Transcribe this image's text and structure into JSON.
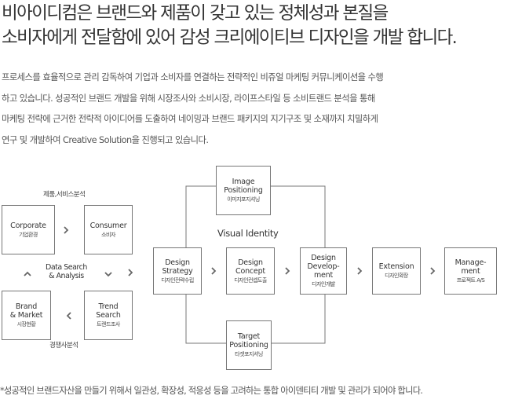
{
  "headline": {
    "line1": "비아이디컴은 브랜드와 제품이 갖고 있는 정체성과 본질을",
    "line2": "소비자에게 전달함에 있어 감성 크리에이티브 디자인을 개발 합니다."
  },
  "description": {
    "line1": "프로세스를 효율적으로 관리 감독하여 기업과 소비자를 연결하는 전략적인 비쥬얼 마케팅 커뮤니케이션을 수행",
    "line2": "하고 있습니다. 성공적인 브랜드 개발을 위해 시장조사와 소비시장, 라이프스타일 등 소비트랜드 분석을 통해",
    "line3": "마케팅 전략에 근거한 전략적 아이디어를 도출하여 네이밍과 브랜드 패키지의 지기구조 및 소재까지 치밀하게",
    "line4": "연구 및 개발하여 Creative Solution을 진행되고 있습니다."
  },
  "cycle": {
    "top_label": "제품,서비스분석",
    "bottom_label": "경쟁사분석",
    "center_label_line1": "Data Search",
    "center_label_line2": "& Analysis",
    "corporate": {
      "en": "Corporate",
      "ko": "기업환경"
    },
    "consumer": {
      "en": "Consumer",
      "ko": "소비자"
    },
    "brand_market": {
      "en": "Brand\n& Market",
      "ko": "시장현황"
    },
    "trend_search": {
      "en": "Trend\nSearch",
      "ko": "트렌드조사"
    }
  },
  "process": {
    "visual_identity_label": "Visual Identity",
    "image_positioning": {
      "en": "Image\nPositioning",
      "ko": "이미지포지셔닝"
    },
    "target_positioning": {
      "en": "Target\nPositioning",
      "ko": "타겟포지셔닝"
    },
    "design_strategy": {
      "en": "Design\nStrategy",
      "ko": "디자인전략수립"
    },
    "design_concept": {
      "en": "Design\nConcept",
      "ko": "디자인컨셉도출"
    },
    "design_development": {
      "en": "Design\nDevelop-\nment",
      "ko": "디자인개발"
    },
    "extension": {
      "en": "Extension",
      "ko": "디자인확장"
    },
    "management": {
      "en": "Manage-\nment",
      "ko": "프로젝트 A/S"
    }
  },
  "footnote": "*성공적인 브랜드자산을 만들기 위해서 일관성, 확장성, 적응성 등을 고려하는 통합 아이덴티티 개발 및 관리가 되어야 합니다.",
  "colors": {
    "border": "#777777",
    "arrow": "#666666",
    "text": "#333333"
  }
}
